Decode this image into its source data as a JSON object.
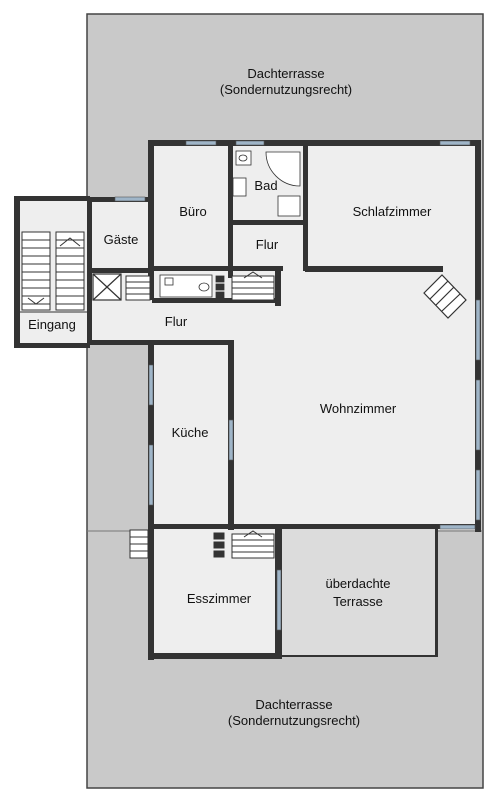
{
  "rooms": {
    "roof_terrace_top": {
      "name": "Dachterrasse",
      "note": "(Sondernutzungsrecht)"
    },
    "roof_terrace_bottom": {
      "name": "Dachterrasse",
      "note": "(Sondernutzungsrecht)"
    },
    "bad": "Bad",
    "buero": "Büro",
    "gaeste": "Gäste",
    "flur_upper": "Flur",
    "schlafzimmer": "Schlafzimmer",
    "eingang": "Eingang",
    "flur_main": "Flur",
    "kueche": "Küche",
    "wohnzimmer": "Wohnzimmer",
    "esszimmer": "Esszimmer",
    "covered_terrace": {
      "line1": "überdachte",
      "line2": "Terrasse"
    }
  },
  "colors": {
    "terrace": "#c9c9c9",
    "floor": "#eeeeee",
    "covered_terrace": "#dcdcdc",
    "wall": "#333333",
    "window": "#9fb5c8"
  }
}
